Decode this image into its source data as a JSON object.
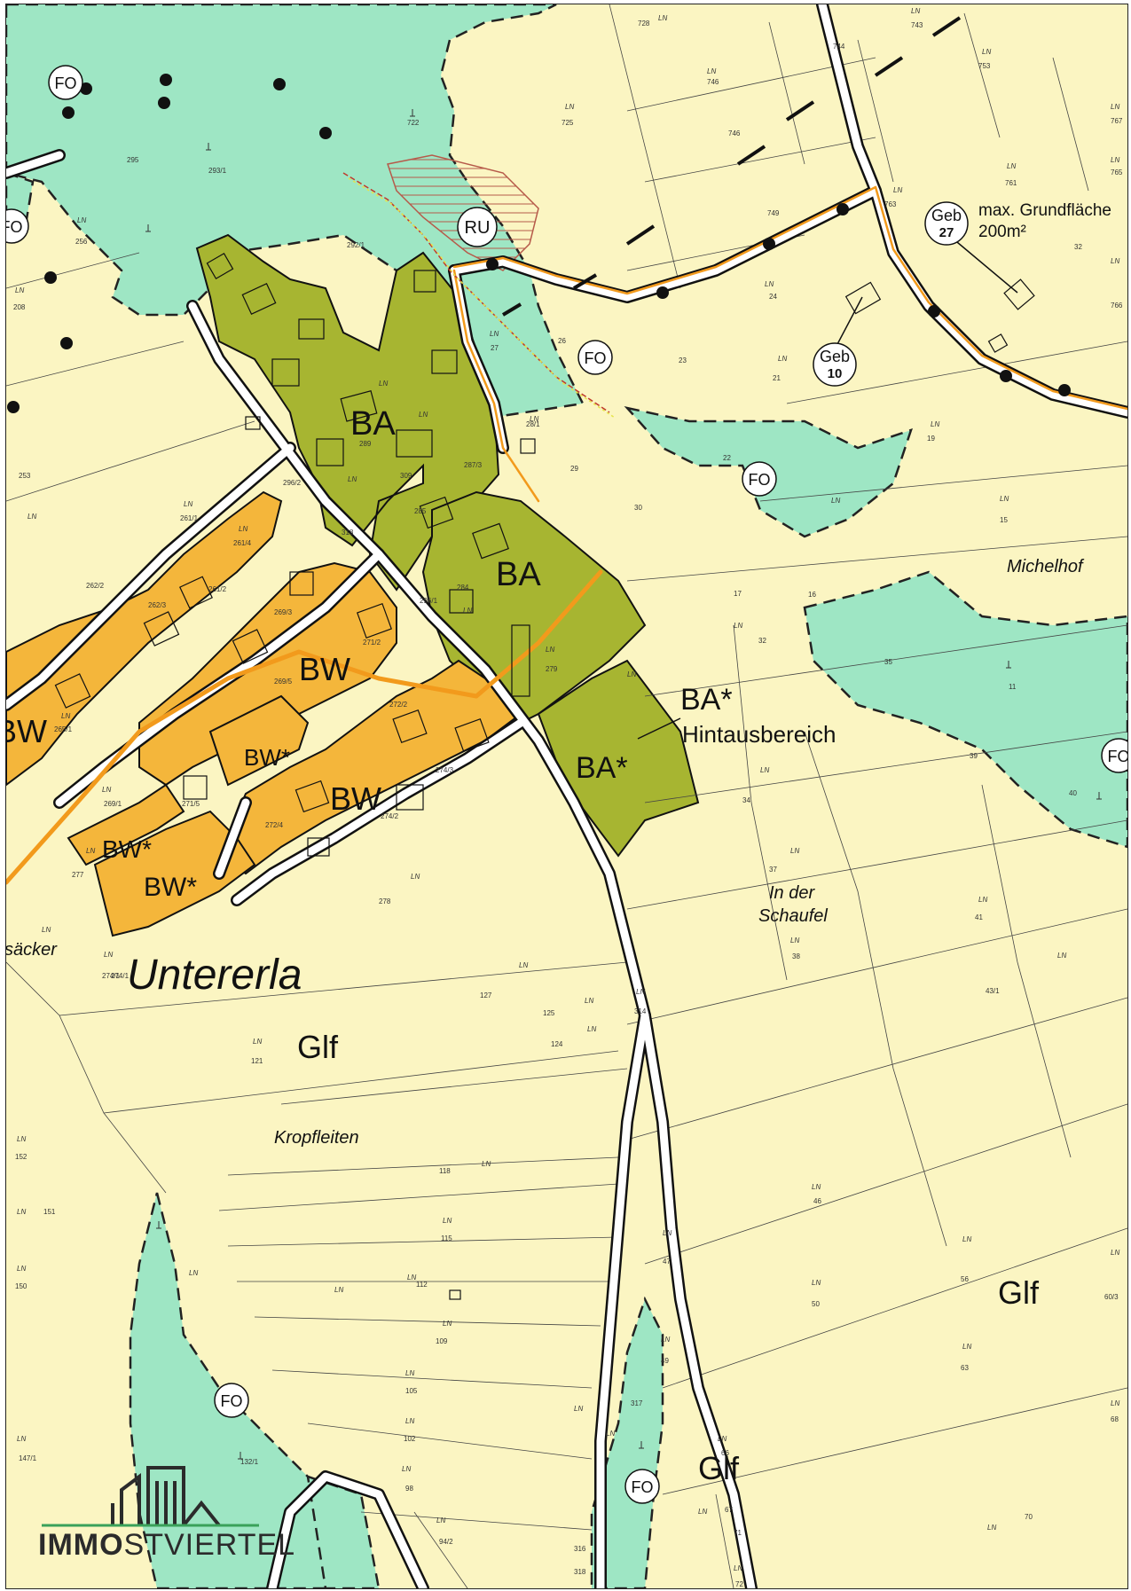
{
  "map": {
    "colors": {
      "agricultural": "#fbf5c2",
      "forest": "#9ee6c4",
      "village_mixed": "#a7b531",
      "residential": "#f4b63b",
      "road": "#ffffff",
      "road_outline": "#111111",
      "main_road_stripe": "#f29a1c",
      "boundary": "#222222"
    },
    "zones": [
      {
        "id": "ba-1",
        "text": "BA"
      },
      {
        "id": "ba-2",
        "text": "BA"
      },
      {
        "id": "ba-star-1",
        "text": "BA*"
      },
      {
        "id": "ba-star-2",
        "text": "BA*"
      },
      {
        "id": "bw-1",
        "text": "BW"
      },
      {
        "id": "bw-2",
        "text": "BW"
      },
      {
        "id": "bw-3",
        "text": "BW"
      },
      {
        "id": "bw-star-1",
        "text": "BW*"
      },
      {
        "id": "bw-star-2",
        "text": "BW*"
      },
      {
        "id": "bw-star-3",
        "text": "BW*"
      },
      {
        "id": "glf-1",
        "text": "Glf"
      },
      {
        "id": "glf-2",
        "text": "Glf"
      },
      {
        "id": "glf-3",
        "text": "Glf"
      }
    ],
    "markers": [
      {
        "id": "fo-1",
        "text": "FO"
      },
      {
        "id": "fo-2",
        "text": "FO"
      },
      {
        "id": "fo-3",
        "text": "FO"
      },
      {
        "id": "fo-4",
        "text": "FO"
      },
      {
        "id": "fo-5",
        "text": "FO"
      },
      {
        "id": "fo-6",
        "text": "FO"
      },
      {
        "id": "fo-7",
        "text": "FO"
      },
      {
        "id": "ru-1",
        "text": "RU"
      }
    ],
    "geb_markers": [
      {
        "id": "geb-27",
        "line1": "Geb",
        "line2": "27"
      },
      {
        "id": "geb-10",
        "line1": "Geb",
        "line2": "10"
      }
    ],
    "annotations": {
      "max_area_line1": "max. Grundfläche",
      "max_area_line2": "200m²",
      "hintaus": "Hintausbereich"
    },
    "place_names": {
      "untererla": "Untererla",
      "michelhof": "Michelhof",
      "in_der": "In der",
      "schaufel": "Schaufel",
      "kropfleiten": "Kropfleiten",
      "sacker": "säcker"
    },
    "ln_label": "LN",
    "parcel_numbers": [
      "728",
      "743",
      "744",
      "753",
      "746",
      "725",
      "746",
      "722",
      "295",
      "293/1",
      "761",
      "767",
      "765",
      "763",
      "749",
      "256",
      "292/1",
      "32",
      "766",
      "208",
      "24",
      "26",
      "27",
      "23",
      "21",
      "289",
      "309",
      "287/3",
      "28/1",
      "29",
      "19",
      "22",
      "253",
      "296/2",
      "261/1",
      "318",
      "285",
      "30",
      "15",
      "261/4",
      "262/2",
      "261/2",
      "262/3",
      "269/3",
      "284",
      "17",
      "16",
      "271/2",
      "296/1",
      "279",
      "32",
      "265/1",
      "269/5",
      "272/2",
      "35",
      "11",
      "274/3",
      "39",
      "40",
      "269/1",
      "271/5",
      "274/2",
      "34",
      "272/4",
      "274/1",
      "37",
      "277",
      "278",
      "41",
      "38",
      "274/1",
      "43/1",
      "127",
      "125",
      "314",
      "124",
      "121",
      "152",
      "118",
      "46",
      "151",
      "115",
      "56",
      "60/3",
      "150",
      "112",
      "47",
      "50",
      "109",
      "49",
      "63",
      "105",
      "68",
      "102",
      "317",
      "66",
      "147/1",
      "132/1",
      "98",
      "67",
      "70",
      "71",
      "94/2",
      "316",
      "72",
      "318"
    ],
    "logo": {
      "strong_text": "IMMO",
      "light_text": "STVIERTEL",
      "icon": "house-skyline-icon"
    }
  }
}
